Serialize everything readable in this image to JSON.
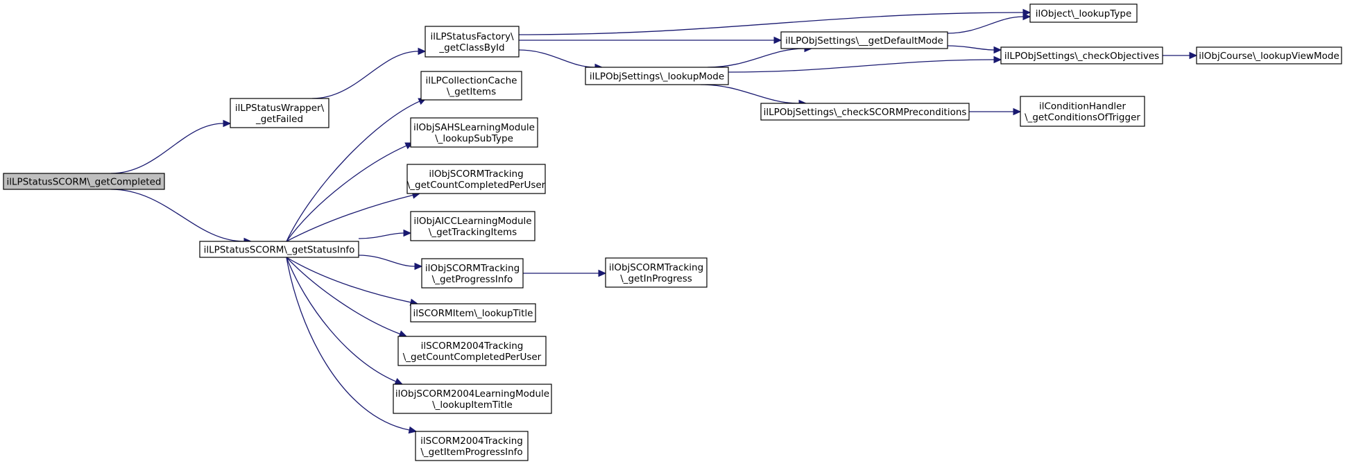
{
  "diagram": {
    "nodes": [
      {
        "id": "n_getCompleted",
        "lines": [
          "ilLPStatusSCORM\\_getCompleted"
        ],
        "highlight": true
      },
      {
        "id": "n_getFailed",
        "lines": [
          "ilLPStatusWrapper\\",
          "_getFailed"
        ]
      },
      {
        "id": "n_getStatusInfo",
        "lines": [
          "ilLPStatusSCORM\\_getStatusInfo"
        ]
      },
      {
        "id": "n_getClassById",
        "lines": [
          "ilLPStatusFactory\\",
          "_getClassById"
        ]
      },
      {
        "id": "n_lpcc_getItems",
        "lines": [
          "ilLPCollectionCache",
          "\\_getItems"
        ]
      },
      {
        "id": "n_sahs_lookupSubType",
        "lines": [
          "ilObjSAHSLearningModule",
          "\\_lookupSubType"
        ]
      },
      {
        "id": "n_scormtr_countCompleted",
        "lines": [
          "ilObjSCORMTracking",
          "\\_getCountCompletedPerUser"
        ]
      },
      {
        "id": "n_aicc_getTrackingItems",
        "lines": [
          "ilObjAICCLearningModule",
          "\\_getTrackingItems"
        ]
      },
      {
        "id": "n_scormtr_progressInfo",
        "lines": [
          "ilObjSCORMTracking",
          "\\_getProgressInfo"
        ]
      },
      {
        "id": "n_scormitem_lookupTitle",
        "lines": [
          "ilSCORMItem\\_lookupTitle"
        ]
      },
      {
        "id": "n_s2004tr_countCompleted",
        "lines": [
          "ilSCORM2004Tracking",
          "\\_getCountCompletedPerUser"
        ]
      },
      {
        "id": "n_s2004lm_lookupItemTitle",
        "lines": [
          "ilObjSCORM2004LearningModule",
          "\\_lookupItemTitle"
        ]
      },
      {
        "id": "n_s2004tr_itemProgressInfo",
        "lines": [
          "ilSCORM2004Tracking",
          "\\_getItemProgressInfo"
        ]
      },
      {
        "id": "n_lookupMode",
        "lines": [
          "ilLPObjSettings\\_lookupMode"
        ]
      },
      {
        "id": "n_scormtr_inProgress",
        "lines": [
          "ilObjSCORMTracking",
          "\\_getInProgress"
        ]
      },
      {
        "id": "n_getDefaultMode",
        "lines": [
          "ilLPObjSettings\\__getDefaultMode"
        ]
      },
      {
        "id": "n_checkSCORMPreconditions",
        "lines": [
          "ilLPObjSettings\\_checkSCORMPreconditions"
        ]
      },
      {
        "id": "n_lookupType",
        "lines": [
          "ilObject\\_lookupType"
        ]
      },
      {
        "id": "n_checkObjectives",
        "lines": [
          "ilLPObjSettings\\_checkObjectives"
        ]
      },
      {
        "id": "n_conditionsOfTrigger",
        "lines": [
          "ilConditionHandler",
          "\\_getConditionsOfTrigger"
        ]
      },
      {
        "id": "n_lookupViewMode",
        "lines": [
          "ilObjCourse\\_lookupViewMode"
        ]
      }
    ],
    "edges": [
      {
        "from": "n_getCompleted",
        "to": "n_getFailed"
      },
      {
        "from": "n_getCompleted",
        "to": "n_getStatusInfo"
      },
      {
        "from": "n_getFailed",
        "to": "n_getClassById"
      },
      {
        "from": "n_getClassById",
        "to": "n_lookupType"
      },
      {
        "from": "n_getClassById",
        "to": "n_getDefaultMode"
      },
      {
        "from": "n_getClassById",
        "to": "n_lookupMode"
      },
      {
        "from": "n_lookupMode",
        "to": "n_getDefaultMode"
      },
      {
        "from": "n_lookupMode",
        "to": "n_checkObjectives"
      },
      {
        "from": "n_lookupMode",
        "to": "n_checkSCORMPreconditions"
      },
      {
        "from": "n_getDefaultMode",
        "to": "n_lookupType"
      },
      {
        "from": "n_getDefaultMode",
        "to": "n_checkObjectives"
      },
      {
        "from": "n_checkObjectives",
        "to": "n_lookupViewMode"
      },
      {
        "from": "n_checkSCORMPreconditions",
        "to": "n_conditionsOfTrigger"
      },
      {
        "from": "n_getStatusInfo",
        "to": "n_lpcc_getItems"
      },
      {
        "from": "n_getStatusInfo",
        "to": "n_sahs_lookupSubType"
      },
      {
        "from": "n_getStatusInfo",
        "to": "n_scormtr_countCompleted"
      },
      {
        "from": "n_getStatusInfo",
        "to": "n_aicc_getTrackingItems"
      },
      {
        "from": "n_getStatusInfo",
        "to": "n_scormtr_progressInfo"
      },
      {
        "from": "n_getStatusInfo",
        "to": "n_scormitem_lookupTitle"
      },
      {
        "from": "n_getStatusInfo",
        "to": "n_s2004tr_countCompleted"
      },
      {
        "from": "n_getStatusInfo",
        "to": "n_s2004lm_lookupItemTitle"
      },
      {
        "from": "n_getStatusInfo",
        "to": "n_s2004tr_itemProgressInfo"
      },
      {
        "from": "n_scormtr_progressInfo",
        "to": "n_scormtr_inProgress"
      }
    ]
  }
}
